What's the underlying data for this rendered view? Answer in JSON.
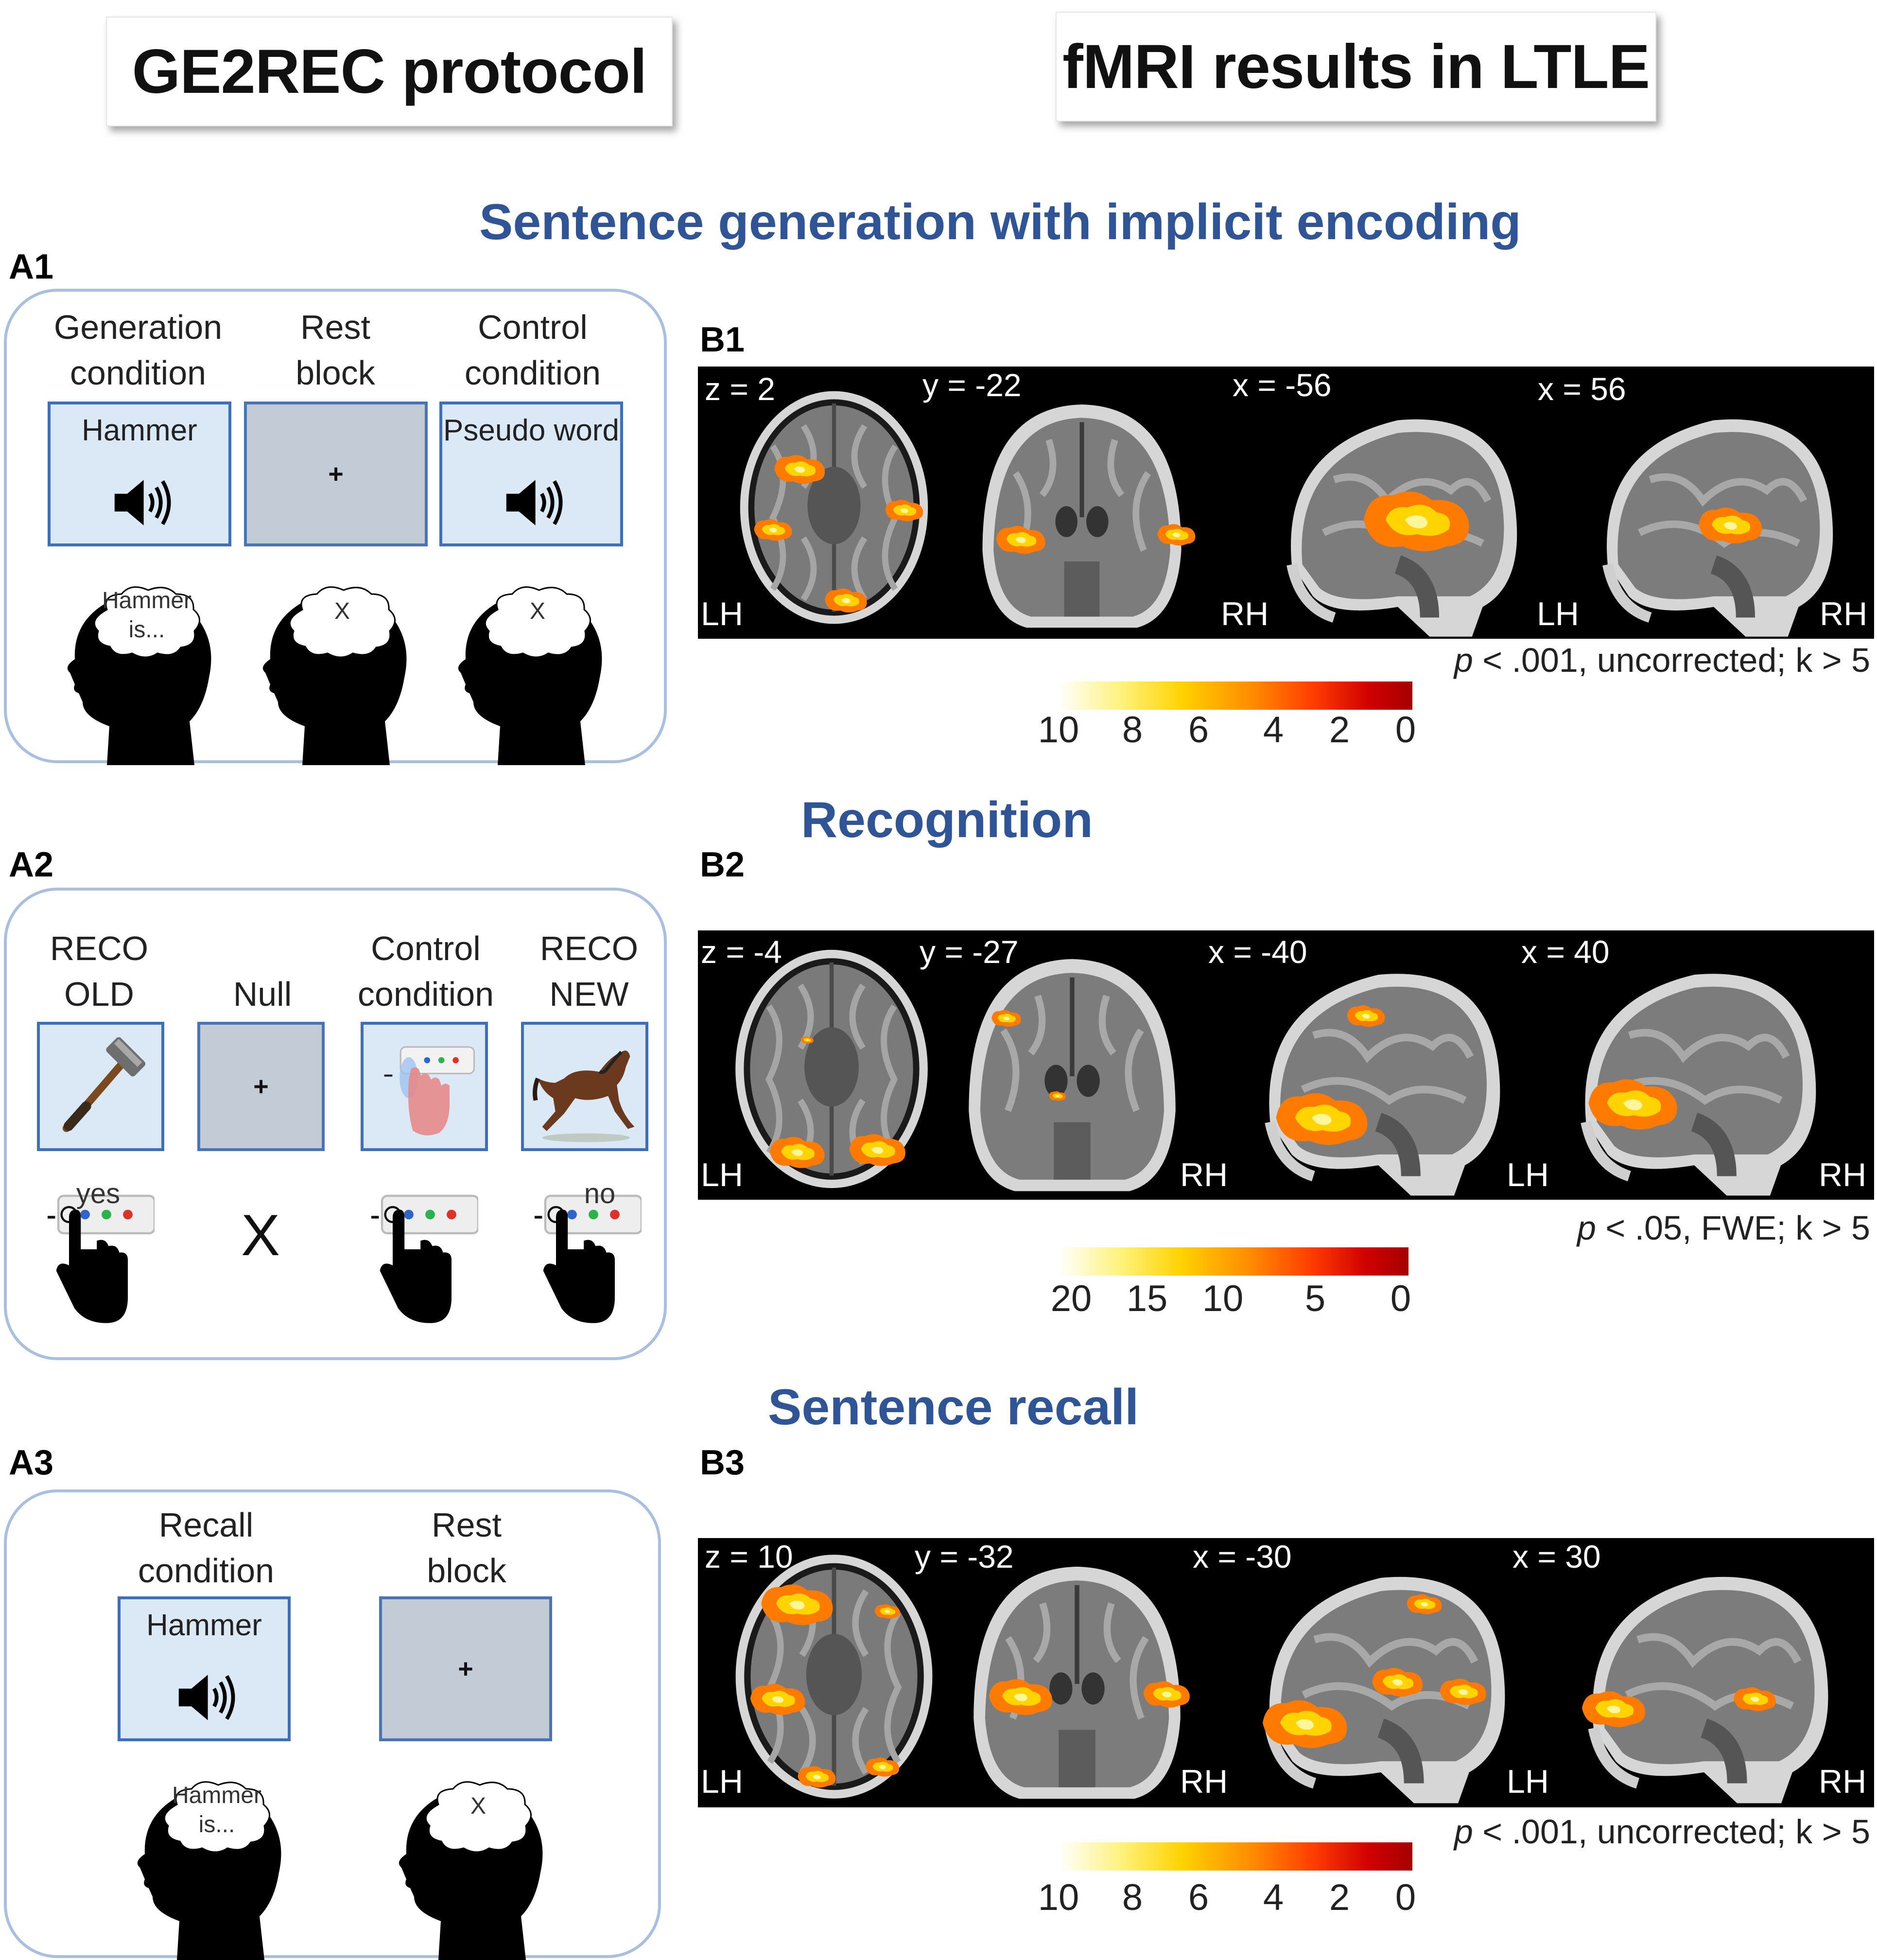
{
  "headers": {
    "left": "GE2REC protocol",
    "right": "fMRI results in LTLE"
  },
  "sections": {
    "s1": "Sentence generation with implicit encoding",
    "s2": "Recognition",
    "s3": "Sentence recall"
  },
  "panels": {
    "A1": {
      "label": "A1",
      "cond_gen_1": "Generation",
      "cond_gen_2": "condition",
      "cond_rest_1": "Rest",
      "cond_rest_2": "block",
      "cond_ctrl_1": "Control",
      "cond_ctrl_2": "condition",
      "stim_gen": "Hammer",
      "stim_ctrl": "Pseudo word",
      "plus": "+",
      "bubble_gen_1": "Hammer",
      "bubble_gen_2": "is...",
      "bubble_rest": "X",
      "bubble_ctrl": "X"
    },
    "A2": {
      "label": "A2",
      "c1_1": "RECO",
      "c1_2": "OLD",
      "c2": "Null",
      "c3_1": "Control",
      "c3_2": "condition",
      "c4_1": "RECO",
      "c4_2": "NEW",
      "plus": "+",
      "resp_yes": "yes",
      "resp_null": "X",
      "resp_no": "no"
    },
    "A3": {
      "label": "A3",
      "c1_1": "Recall",
      "c1_2": "condition",
      "c2_1": "Rest",
      "c2_2": "block",
      "stim": "Hammer",
      "plus": "+",
      "bubble_1_1": "Hammer",
      "bubble_1_2": "is...",
      "bubble_2": "X"
    },
    "B1": {
      "label": "B1",
      "coords": [
        "z = 2",
        "y = -22",
        "x = -56",
        "x = 56"
      ],
      "lh": "LH",
      "rh": "RH",
      "stat_p": "p",
      "stat_rest": " < .001, uncorrected; k > 5",
      "scale": [
        "10",
        "8",
        "6",
        "4",
        "2",
        "0"
      ]
    },
    "B2": {
      "label": "B2",
      "coords": [
        "z = -4",
        "y = -27",
        "x = -40",
        "x = 40"
      ],
      "lh": "LH",
      "rh": "RH",
      "stat_p": "p",
      "stat_rest": " < .05, FWE; k > 5",
      "scale": [
        "20",
        "15",
        "10",
        "5",
        "0"
      ]
    },
    "B3": {
      "label": "B3",
      "coords": [
        "z = 10",
        "y = -32",
        "x = -30",
        "x = 30"
      ],
      "lh": "LH",
      "rh": "RH",
      "stat_p": "p",
      "stat_rest": " < .001, uncorrected; k > 5",
      "scale": [
        "10",
        "8",
        "6",
        "4",
        "2",
        "0"
      ]
    }
  },
  "colors": {
    "title_blue": "#2f5597",
    "panel_border": "#a9bfe1",
    "stim_fill": "#dbe8f6",
    "rest_fill": "#c3ccd6",
    "colorbar_hot": "#d00000",
    "colorbar_cold": "#ffffff"
  },
  "icons": {
    "speaker": "speaker-icon",
    "head": "head-silhouette-icon",
    "hand": "pointing-hand-icon",
    "hammer": "hammer-image",
    "horse": "horse-image"
  }
}
